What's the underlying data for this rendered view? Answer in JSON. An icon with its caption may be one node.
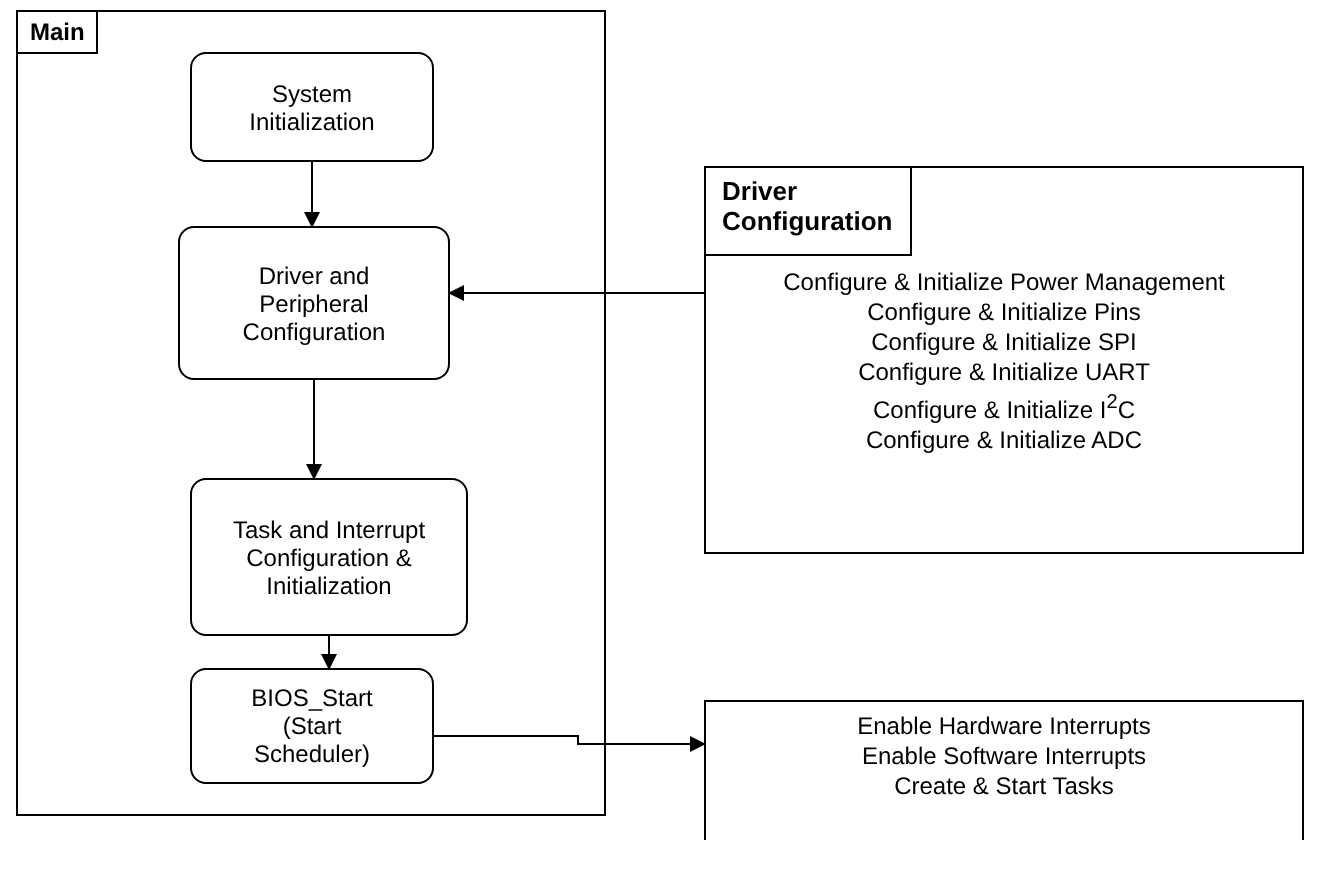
{
  "diagram": {
    "nodes": [
      {
        "text": [
          "Main"
        ]
      },
      {
        "text": [
          "System Initialization"
        ],
        "in": 0
      },
      {
        "text": [
          "Driver and Peripheral Configuration"
        ],
        "in": 0
      },
      {
        "text": [
          "Task and Interrupt Configuration & Initialization"
        ],
        "in": 0
      },
      {
        "text": [
          "BIOS_Start (Start Scheduler)"
        ],
        "in": 0
      },
      {
        "text": [
          "Driver Configuration",
          "Configure & Initialize Power Management",
          "Configure & Initialize Pins",
          "Configure & Initialize SPI",
          "Configure & Initialize UART",
          "Configure & Initialize I$^{2}$C",
          "Configure & Initialize ADC"
        ]
      },
      {
        "text": [
          "Enable Hardware Interrupts",
          "Enable Software Interrupts",
          "Create & Start Tasks"
        ]
      }
    ],
    "edges": [
      {
        "from": 1,
        "to": 2,
        "arrow": "to"
      },
      {
        "from": 2,
        "to": 3,
        "arrow": "to"
      },
      {
        "from": 3,
        "to": 4,
        "arrow": "to"
      },
      {
        "from": 5,
        "to": 2,
        "arrow": "to"
      },
      {
        "from": 4,
        "to": 6,
        "arrow": "to"
      }
    ]
  }
}
